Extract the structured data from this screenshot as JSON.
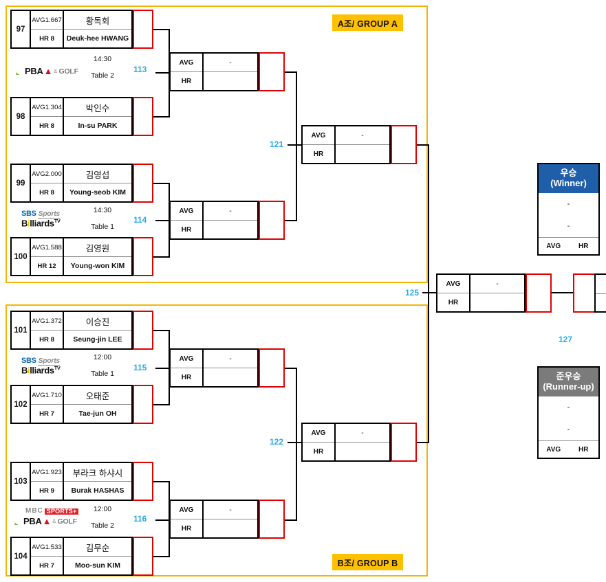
{
  "groups": [
    {
      "label": "A조/ GROUP A",
      "accent": "#FFC000",
      "frame_color": "#F2B705"
    },
    {
      "label": "B조/ GROUP B",
      "accent": "#FFC000",
      "frame_color": "#F2B705"
    }
  ],
  "players": [
    {
      "seed": "97",
      "avg": "AVG1.667",
      "hr": "HR 8",
      "name_ko": "황독회",
      "name_en": "Deuk-hee HWANG",
      "score": ""
    },
    {
      "seed": "98",
      "avg": "AVG1.304",
      "hr": "HR 8",
      "name_ko": "박인수",
      "name_en": "In-su PARK",
      "score": ""
    },
    {
      "seed": "99",
      "avg": "AVG2.000",
      "hr": "HR 8",
      "name_ko": "김영섭",
      "name_en": "Young-seob KIM",
      "score": ""
    },
    {
      "seed": "100",
      "avg": "AVG1.588",
      "hr": "HR 12",
      "name_ko": "김영원",
      "name_en": "Young-won KIM",
      "score": ""
    },
    {
      "seed": "101",
      "avg": "AVG1.372",
      "hr": "HR 8",
      "name_ko": "이승진",
      "name_en": "Seung-jin LEE",
      "score": ""
    },
    {
      "seed": "102",
      "avg": "AVG1.710",
      "hr": "HR 7",
      "name_ko": "오태준",
      "name_en": "Tae-jun OH",
      "score": ""
    },
    {
      "seed": "103",
      "avg": "AVG1.923",
      "hr": "HR 9",
      "name_ko": "부라크 하샤시",
      "name_en": "Burak HASHAS",
      "score": ""
    },
    {
      "seed": "104",
      "avg": "AVG1.533",
      "hr": "HR 7",
      "name_ko": "김무순",
      "name_en": "Moo-sun KIM",
      "score": ""
    }
  ],
  "matchinfo": [
    {
      "number": "113",
      "time": "14:30",
      "table": "Table 2",
      "broadcaster": "pba"
    },
    {
      "number": "114",
      "time": "14:30",
      "table": "Table 1",
      "broadcaster": "sbs"
    },
    {
      "number": "115",
      "time": "12:00",
      "table": "Table 1",
      "broadcaster": "sbs"
    },
    {
      "number": "116",
      "time": "12:00",
      "table": "Table 2",
      "broadcaster": "mbc-pba"
    }
  ],
  "round_numbers": [
    {
      "number": "121"
    },
    {
      "number": "122"
    },
    {
      "number": "125"
    },
    {
      "number": "127"
    }
  ],
  "slots": {
    "avg_label": "AVG",
    "hr_label": "HR",
    "avg_value": "-",
    "hr_value": "",
    "score": ""
  },
  "podium": [
    {
      "title_ko": "우승",
      "title_en": "(Winner)",
      "header_color": "#1F5FA9",
      "row1": "-",
      "row2": "-",
      "foot_left": "AVG",
      "foot_right": "HR"
    },
    {
      "title_ko": "준우승",
      "title_en": "(Runner-up)",
      "header_color": "#7B7B7B",
      "row1": "-",
      "row2": "-",
      "foot_left": "AVG",
      "foot_right": "HR"
    }
  ],
  "logos": {
    "pba": {
      "brand": "PBA",
      "triangle": "▲",
      "amp": "&",
      "sub": "GOLF"
    },
    "sbs": {
      "brand": "SBS",
      "sports": "Sports",
      "billiards_a": "B",
      "billiards_dot": "i",
      "billiards_b": "lliards",
      "tv": "TV"
    },
    "mbc": {
      "brand": "MBC",
      "sports": "SPORTS+"
    }
  },
  "colors": {
    "match_number": "#29ABE2",
    "score_border": "#E00000",
    "group_tag_bg": "#FFC000",
    "winner_header": "#1F5FA9",
    "runner_header": "#7B7B7B"
  }
}
